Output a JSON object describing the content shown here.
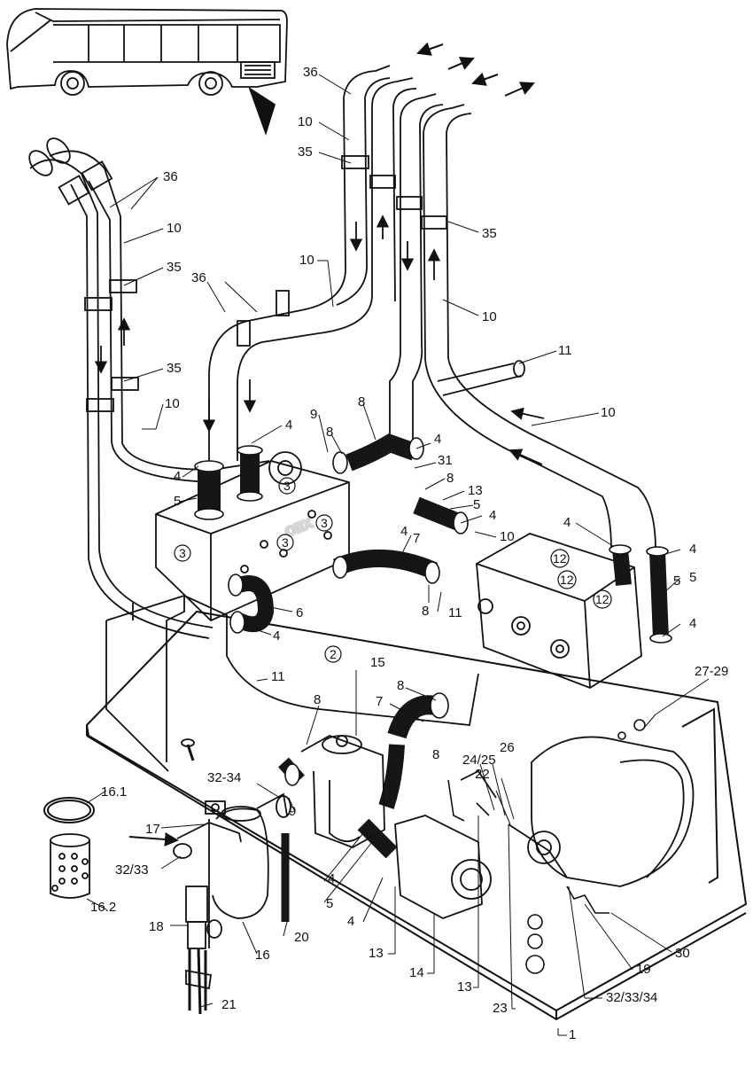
{
  "labels": {
    "l1": "1",
    "l2": "2",
    "l3a": "3",
    "l3b": "3",
    "l3c": "3",
    "l3d": "3",
    "l4a": "4",
    "l4b": "4",
    "l4c": "4",
    "l4d": "4",
    "l4e": "4",
    "l4f": "4",
    "l4g": "4",
    "l4h": "4",
    "l4i": "4",
    "l4j": "4",
    "l4k": "4",
    "l5a": "5",
    "l5b": "5",
    "l5c": "5",
    "l5d": "5",
    "l5e": "5",
    "l6": "6",
    "l7a": "7",
    "l7b": "7",
    "l8a": "8",
    "l8b": "8",
    "l8c": "8",
    "l8d": "8",
    "l8e": "8",
    "l8f": "8",
    "l8g": "8",
    "l9a": "9",
    "l9b": "9",
    "l10a": "10",
    "l10b": "10",
    "l10c": "10",
    "l10d": "10",
    "l10e": "10",
    "l10f": "10",
    "l10g": "10",
    "l11a": "11",
    "l11b": "11",
    "l11c": "11",
    "l12a": "12",
    "l12b": "12",
    "l12c": "12",
    "l13a": "13",
    "l13b": "13",
    "l13c": "13",
    "l14": "14",
    "l15": "15",
    "l16": "16",
    "l16_1": "16.1",
    "l16_2": "16.2",
    "l17": "17",
    "l18": "18",
    "l19": "19",
    "l20": "20",
    "l21": "21",
    "l22": "22",
    "l23": "23",
    "l24_25": "24/25",
    "l26": "26",
    "l27_29": "27-29",
    "l30": "30",
    "l31": "31",
    "l32_33a": "32/33",
    "l32_34": "32-34",
    "l32_33_34": "32/33/34",
    "l35a": "35",
    "l35b": "35",
    "l35c": "35",
    "l35d": "35",
    "l36a": "36",
    "l36b": "36",
    "l36c": "36"
  },
  "icons": [
    "bus-icon",
    "flow-arrow-icon",
    "filter-cartridge-icon",
    "o-ring-icon"
  ],
  "colors": {
    "line": "#111111",
    "hose": "#161616",
    "watermark": "#cfcfcf"
  }
}
